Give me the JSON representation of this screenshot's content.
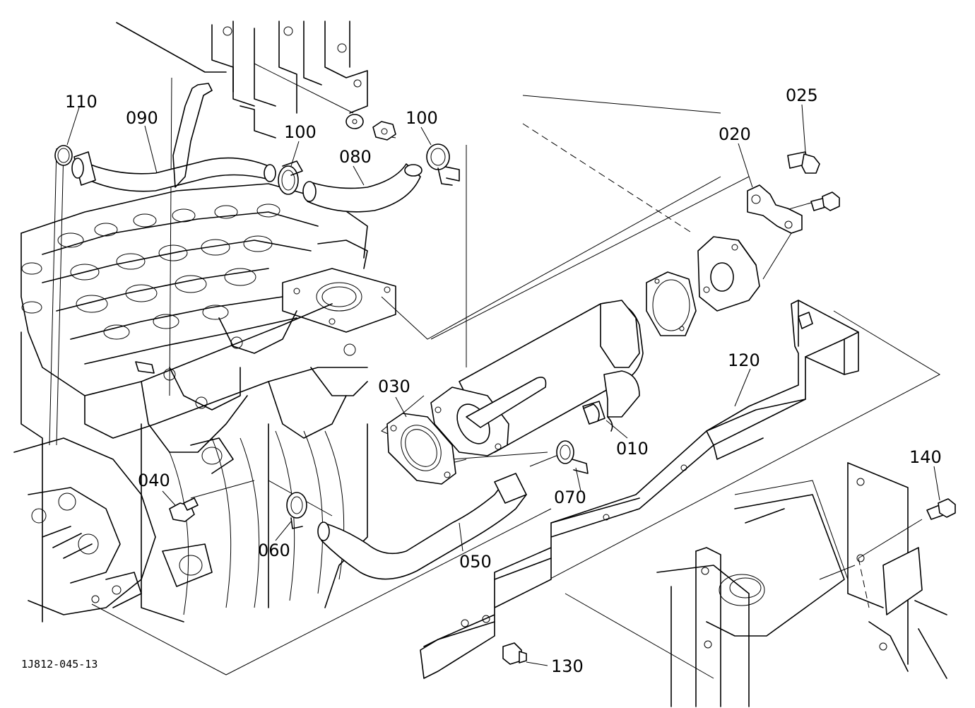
{
  "diagram_code": "1J812-045-13",
  "callouts": [
    {
      "id": "110",
      "label": "110"
    },
    {
      "id": "090",
      "label": "090"
    },
    {
      "id": "100a",
      "label": "100"
    },
    {
      "id": "100b",
      "label": "100"
    },
    {
      "id": "080",
      "label": "080"
    },
    {
      "id": "025",
      "label": "025"
    },
    {
      "id": "020",
      "label": "020"
    },
    {
      "id": "120",
      "label": "120"
    },
    {
      "id": "030",
      "label": "030"
    },
    {
      "id": "010",
      "label": "010"
    },
    {
      "id": "140",
      "label": "140"
    },
    {
      "id": "040",
      "label": "040"
    },
    {
      "id": "070",
      "label": "070"
    },
    {
      "id": "060",
      "label": "060"
    },
    {
      "id": "050",
      "label": "050"
    },
    {
      "id": "130",
      "label": "130"
    }
  ]
}
